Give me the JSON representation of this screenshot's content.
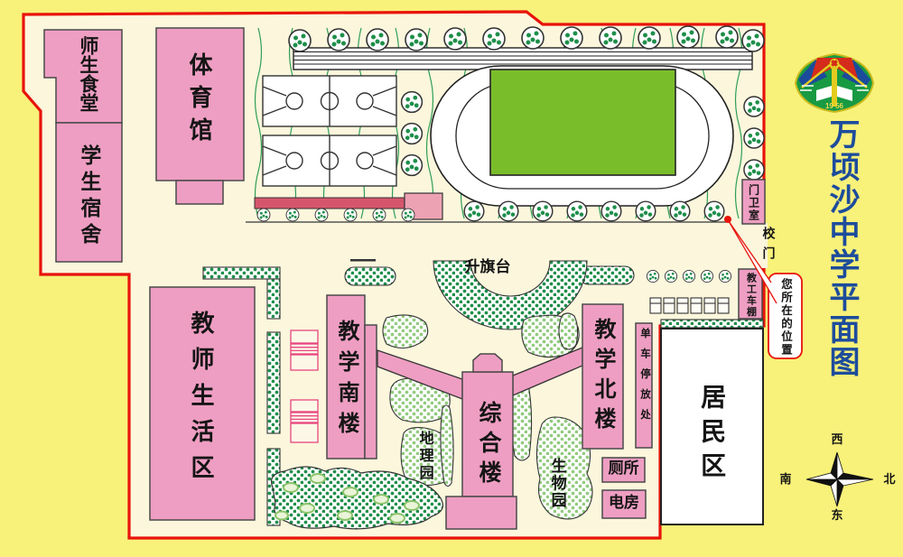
{
  "title": "万顷沙中学平面图",
  "badge": {
    "years": "19 56"
  },
  "areas": {
    "canteen": "师生食堂",
    "dormitory": "学生宿舍",
    "gymnasium": "体育馆",
    "flag_platform": "升旗台",
    "teaching_south_building": "教学南楼",
    "teaching_north_building": "教学北楼",
    "complex_building": "综合楼",
    "teachers_living_area": "教师生活区",
    "residential_area": "居民区",
    "geography_garden": "地理园",
    "biology_garden": "生物园",
    "toilet": "厕所",
    "power_room": "电房",
    "bicycle_parking": "单车停放处",
    "staff_bike_shed": "教工车棚",
    "guard_room": "门卫室"
  },
  "gate_label": "校门",
  "location_callout": "您所在的位置",
  "compass": {
    "top": "西",
    "right": "北",
    "left": "南",
    "bottom": "东"
  },
  "colors": {
    "boundary_red": "#E8130B",
    "building_pink": "#EE9EC2",
    "field_green": "#7ABD2B",
    "title_blue": "#1D4C9C",
    "outer_yellow": "#F8F17A",
    "campus_cream": "#FBF6DC",
    "hedge_green": "#1E8F4A",
    "shrub_green": "#93CB80"
  }
}
